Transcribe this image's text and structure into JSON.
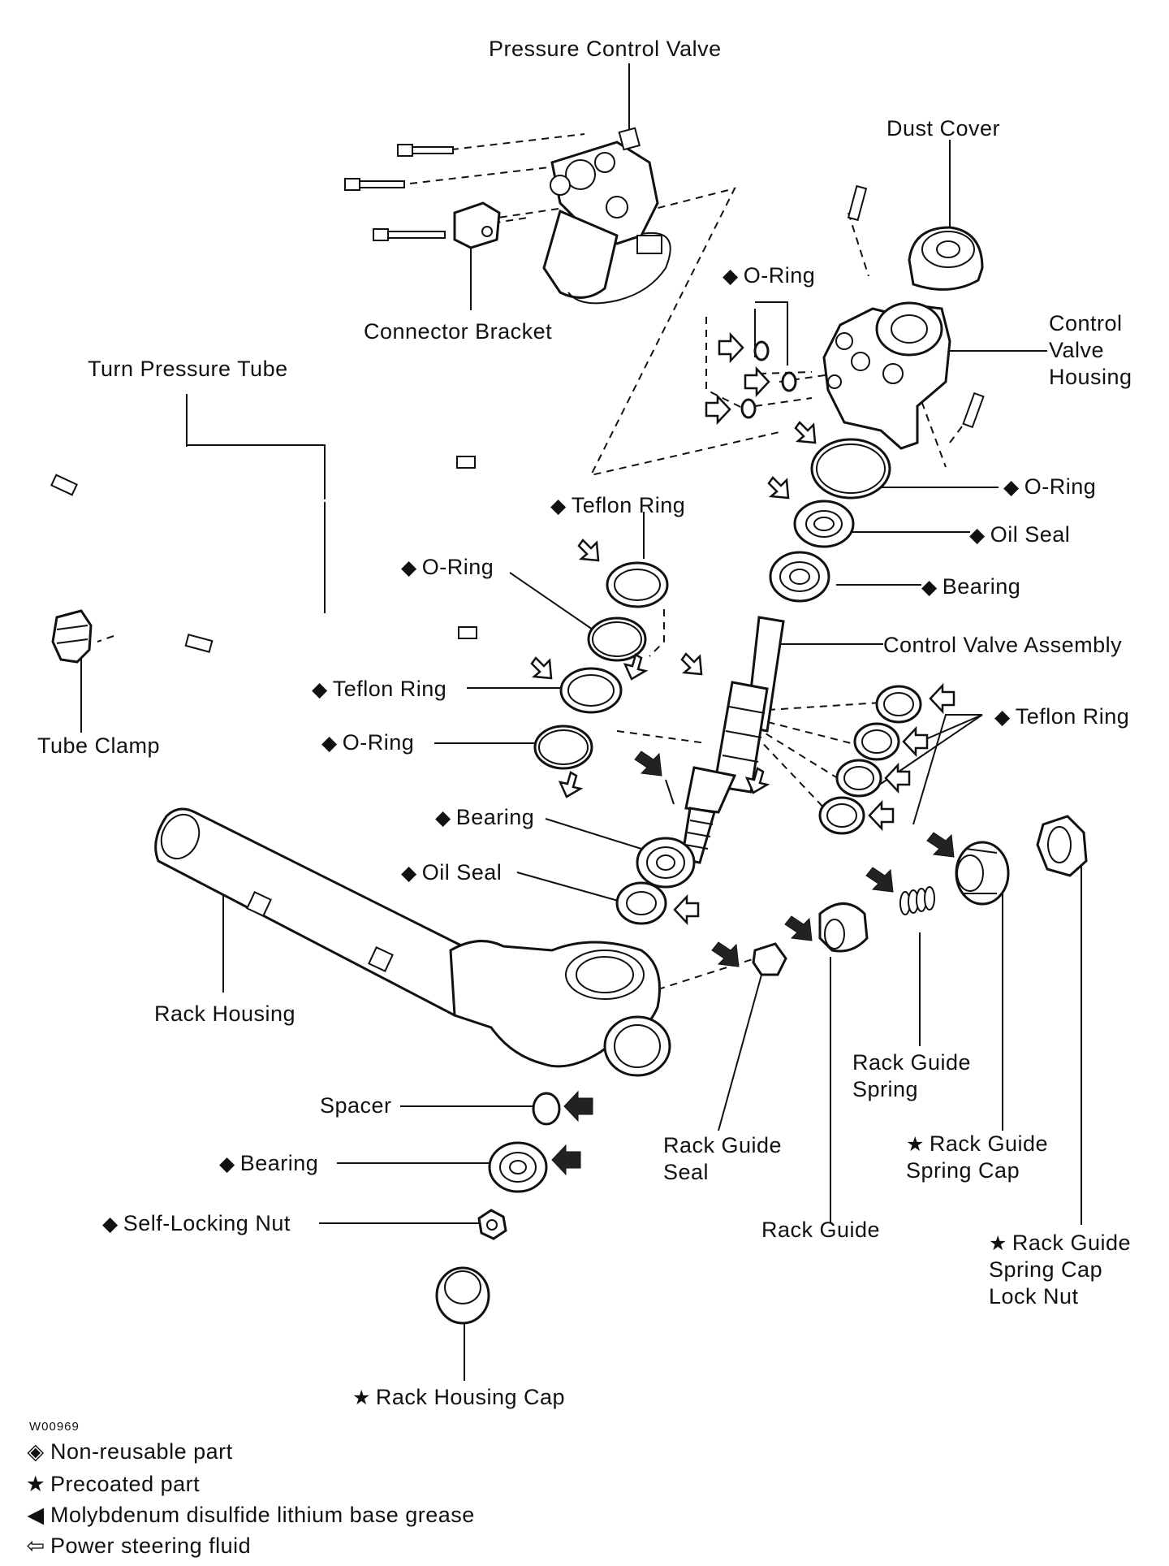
{
  "figure_code": "W00969",
  "labels": {
    "pressure_control_valve": "Pressure Control Valve",
    "dust_cover": "Dust Cover",
    "connector_bracket": "Connector Bracket",
    "turn_pressure_tube": "Turn Pressure Tube",
    "o_ring_top": "O-Ring",
    "control_valve_housing": "Control Valve Housing",
    "o_ring_right": "O-Ring",
    "teflon_ring_top": "Teflon Ring",
    "oil_seal_right": "Oil Seal",
    "o_ring_left1": "O-Ring",
    "bearing_right": "Bearing",
    "control_valve_assembly": "Control Valve Assembly",
    "teflon_ring_left": "Teflon Ring",
    "teflon_ring_right": "Teflon Ring",
    "tube_clamp": "Tube Clamp",
    "o_ring_left2": "O-Ring",
    "bearing_mid": "Bearing",
    "oil_seal_mid": "Oil Seal",
    "rack_housing": "Rack Housing",
    "rack_guide_spring": "Rack Guide Spring",
    "spacer": "Spacer",
    "rack_guide_seal": "Rack Guide Seal",
    "rack_guide_spring_cap": "Rack Guide Spring Cap",
    "bearing_bottom": "Bearing",
    "self_locking_nut": "Self-Locking Nut",
    "rack_guide": "Rack Guide",
    "rack_guide_spring_cap_lock_nut": "Rack Guide Spring Cap Lock Nut",
    "rack_housing_cap": "Rack Housing Cap"
  },
  "symbols": {
    "diamond": "◆",
    "star": "★",
    "legend_diamond": "◈",
    "grease_arrow": "◀",
    "fluid_arrow": "⇦"
  },
  "legend": {
    "non_reusable": "Non-reusable part",
    "precoated": "Precoated part",
    "grease": "Molybdenum disulfide lithium base grease",
    "fluid": "Power steering fluid"
  }
}
